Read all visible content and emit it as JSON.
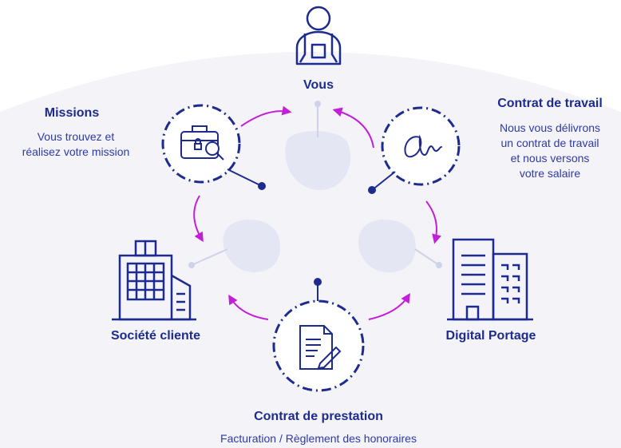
{
  "colors": {
    "navy": "#1d2b8f",
    "text_dark": "#1d2b8f",
    "text_light": "#2e3aa6",
    "arrow": "#c21fd6",
    "blob": "#e4e6f4",
    "background_arc": "#f3f3f8",
    "node_line": "#cfd2ea"
  },
  "nodes": {
    "vous": {
      "label": "Vous",
      "icon": "person-with-backpack-icon"
    },
    "missions": {
      "label": "Missions",
      "desc_line1": "Vous trouvez et",
      "desc_line2": "réalisez votre mission",
      "icon": "briefcase-search-icon"
    },
    "contrat_travail": {
      "label": "Contrat de travail",
      "desc_line1": "Nous vous délivrons",
      "desc_line2": "un contrat de travail",
      "desc_line3": "et nous versons",
      "desc_line4": "votre salaire",
      "icon": "signature-icon"
    },
    "societe": {
      "label": "Société cliente",
      "icon": "office-building-icon"
    },
    "digital_portage": {
      "label": "Digital Portage",
      "icon": "company-buildings-icon"
    },
    "contrat_prestation": {
      "label": "Contrat de prestation",
      "desc_line1": "Facturation / Règlement des honoraires",
      "icon": "document-pen-icon"
    }
  }
}
